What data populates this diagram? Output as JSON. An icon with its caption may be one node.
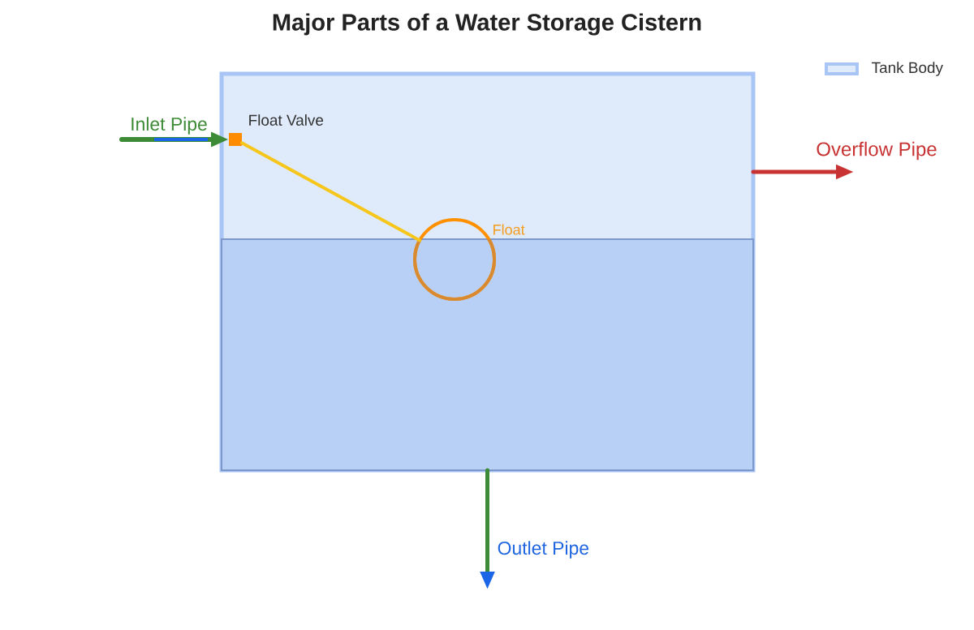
{
  "diagram": {
    "title": "Major Parts of a Water Storage Cistern",
    "nodes": [
      {
        "text": [],
        "shape": "box"
      },
      {
        "text": [],
        "shape": "box",
        "in": 0,
        "beside": [
          "Float Valve"
        ]
      },
      {
        "text": [],
        "shape": "circle",
        "in": 0,
        "beside": [
          "Float"
        ]
      }
    ],
    "edges": [
      {
        "from": null,
        "to": 1,
        "arrow": "to",
        "label": "Inlet Pipe",
        "color": "#3d8b37"
      },
      {
        "from": 0,
        "to": null,
        "arrow": "to",
        "label": "Overflow Pipe",
        "color": "#c83232"
      },
      {
        "from": 0,
        "to": null,
        "arrow": "to",
        "label": "Outlet Pipe",
        "color": "#3d8b37"
      },
      {
        "from": 1,
        "to": 2,
        "arrow": "none",
        "color": "#f7c61a"
      }
    ],
    "legend": [
      {
        "text": "Tank Body",
        "color": "#dfeafa"
      }
    ]
  }
}
